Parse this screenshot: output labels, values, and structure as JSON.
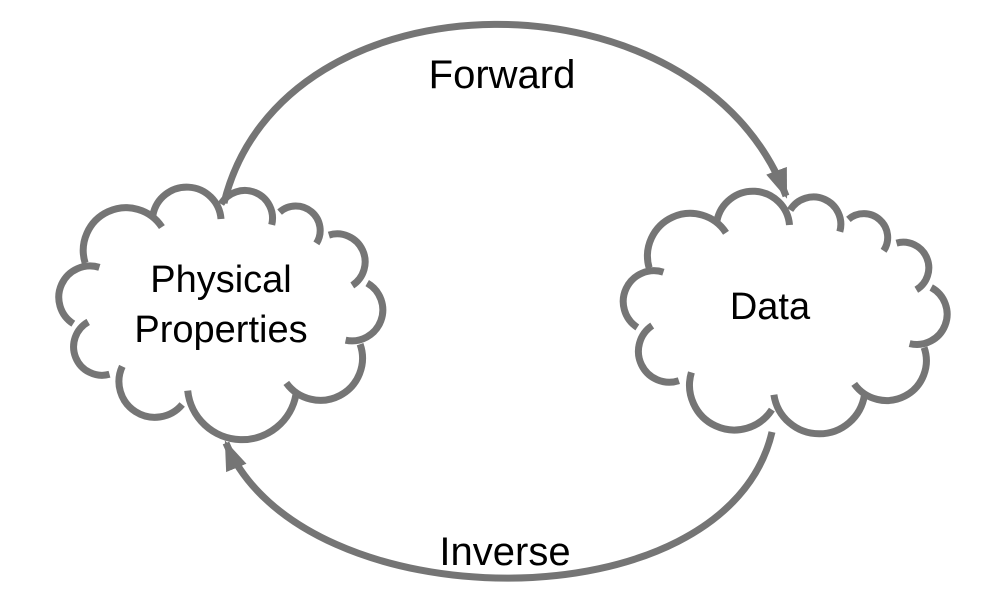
{
  "diagram": {
    "background_color": "#ffffff",
    "stroke_color": "#757575",
    "text_color": "#000000",
    "nodes": [
      {
        "id": "physical-properties",
        "shape": "cloud",
        "lines": [
          "Physical",
          "Properties"
        ]
      },
      {
        "id": "data",
        "shape": "cloud",
        "lines": [
          "Data"
        ]
      }
    ],
    "edges": [
      {
        "id": "forward",
        "label": "Forward",
        "from": "physical-properties",
        "to": "data"
      },
      {
        "id": "inverse",
        "label": "Inverse",
        "from": "data",
        "to": "physical-properties"
      }
    ]
  }
}
